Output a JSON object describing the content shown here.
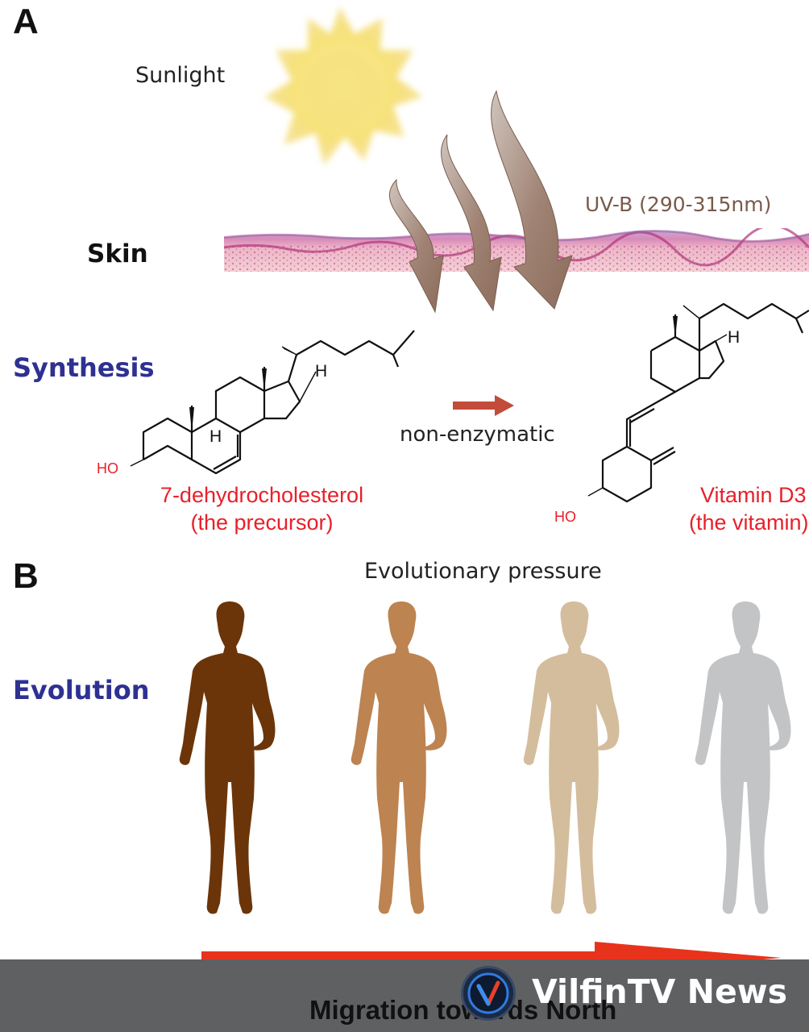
{
  "panel_a": {
    "letter": "A",
    "sunlight": "Sunlight",
    "uvb": "UV-B (290-315nm)",
    "skin": "Skin",
    "synthesis": "Synthesis",
    "reaction": "non-enzymatic",
    "precursor_name": "7-dehydrocholesterol",
    "precursor_role": "(the precursor)",
    "vitamin_name": "Vitamin D3",
    "vitamin_role": "(the vitamin)",
    "atom_h": "H",
    "atom_ho": "HO"
  },
  "panel_b": {
    "letter": "B",
    "pressure": "Evolutionary pressure",
    "evolution": "Evolution",
    "migration": "Migration towards North",
    "figure_colors": [
      "#6b3509",
      "#bd8350",
      "#d4bd9d",
      "#c3c4c6"
    ]
  },
  "watermark": {
    "brand": "VilfinTV News",
    "logo_letter": "V"
  },
  "colors": {
    "section_label": "#2e3192",
    "compound_label": "#e8202a",
    "arrow_red": "#e8331c"
  }
}
